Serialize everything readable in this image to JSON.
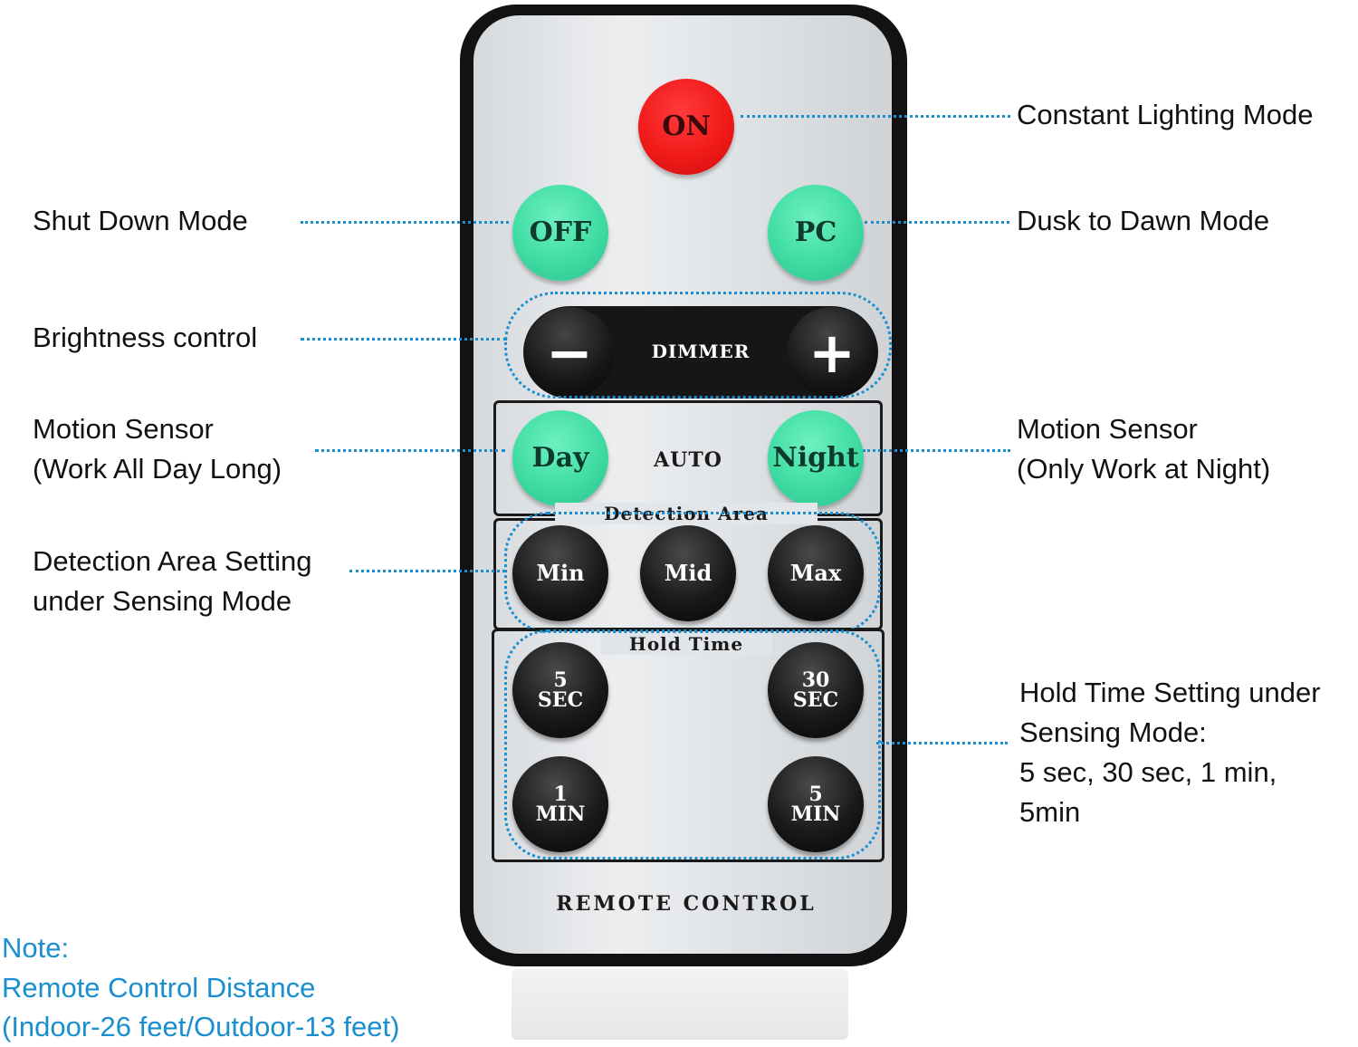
{
  "remote": {
    "buttons": {
      "on": "ON",
      "off": "OFF",
      "pc": "PC",
      "dimmer": "DIMMER",
      "minus": "−",
      "plus": "+",
      "day": "Day",
      "auto": "AUTO",
      "night": "Night",
      "min": "Min",
      "mid": "Mid",
      "max": "Max",
      "sec5_num": "5",
      "sec5_unit": "SEC",
      "sec30_num": "30",
      "sec30_unit": "SEC",
      "min1_num": "1",
      "min1_unit": "MIN",
      "min5_num": "5",
      "min5_unit": "MIN"
    },
    "section_detection": "Detection Area",
    "section_hold": "Hold Time",
    "footer": "REMOTE CONTROL"
  },
  "labels": {
    "constant": "Constant Lighting Mode",
    "shutdown": "Shut Down Mode",
    "dusk": "Dusk to Dawn Mode",
    "brightness": "Brightness control",
    "motion_left": "Motion Sensor\n(Work All Day Long)",
    "motion_right": "Motion Sensor\n(Only Work at Night)",
    "detection": "Detection Area Setting\nunder Sensing Mode",
    "hold": "Hold Time Setting under\nSensing Mode:\n5 sec, 30 sec, 1 min,\n5min"
  },
  "note": {
    "title": "Note:",
    "line1": "Remote Control Distance",
    "line2": "(Indoor-26 feet/Outdoor-13 feet)"
  },
  "colors": {
    "accent": "#1a8fd0",
    "on_button": "#f11a1a",
    "green_button": "#3fdca3",
    "black_button": "#161616"
  }
}
